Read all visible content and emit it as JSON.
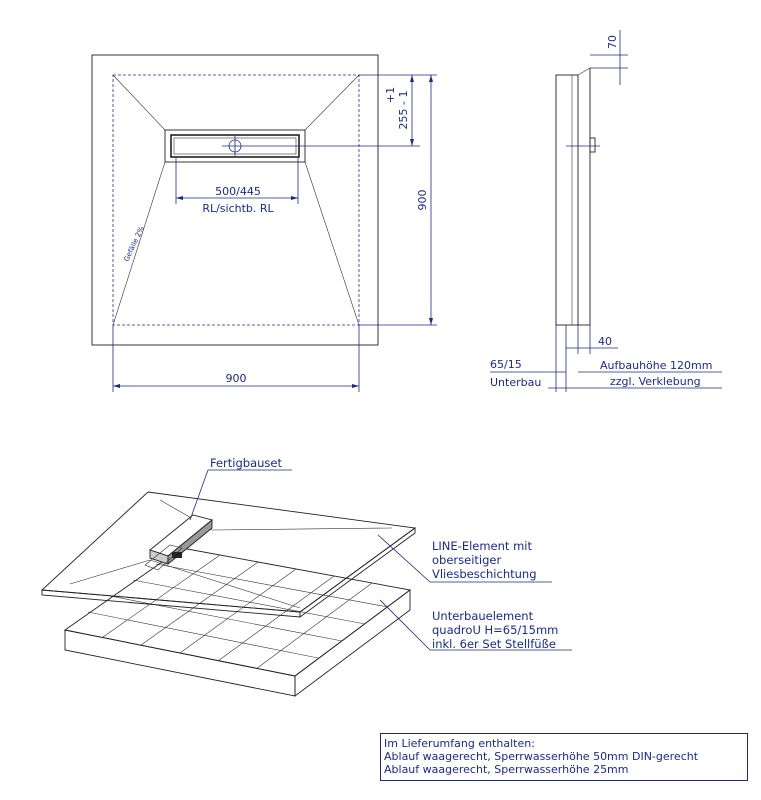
{
  "plan_view": {
    "dim_width": "900",
    "dim_height": "900",
    "dim_drain_length": "500/445",
    "dim_drain_sub": "RL/sichtb. RL",
    "dim_drain_pos": "255 - 1",
    "dim_drain_tol": "+1",
    "slope_label": "Gefälle 2%"
  },
  "side_view": {
    "dim_top": "70",
    "dim_40": "40",
    "dim_unterbau_value": "65/15",
    "dim_unterbau_label": "Unterbau",
    "aufbau_line1": "Aufbauhöhe 120mm",
    "aufbau_line2": "zzgl. Verklebung"
  },
  "iso_view": {
    "label_fertigbauset": "Fertigbauset",
    "label_line_element": [
      "LINE-Element mit",
      "oberseitiger",
      "Vliesbeschichtung"
    ],
    "label_unterbau": [
      "Unterbauelement",
      "quadroU H=65/15mm",
      "inkl. 6er Set Stellfüße"
    ]
  },
  "delivery_box": {
    "lines": [
      "Im Lieferumfang enthalten:",
      "Ablauf waagerecht, Sperrwasserhöhe 50mm DIN-gerecht",
      "Ablauf waagerecht, Sperrwasserhöhe 25mm"
    ]
  },
  "colors": {
    "annotation": "#1a2a8c",
    "linework": "#222222"
  }
}
